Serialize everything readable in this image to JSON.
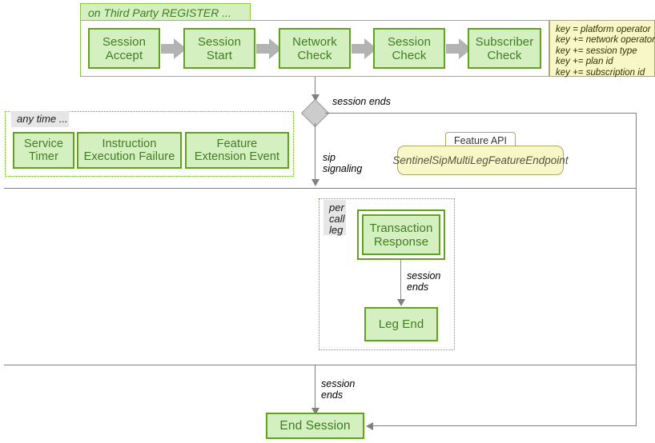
{
  "diagram": {
    "title_lane": "on Third Party REGISTER ...",
    "anytime_lane": "any time ...",
    "percallleg_lane": "per\ncall\nleg"
  },
  "top_flow": {
    "lane_label": "on Third Party REGISTER ...",
    "steps": [
      {
        "label": "Session\nAccept",
        "line1": "Session",
        "line2": "Accept"
      },
      {
        "label": "Session\nStart",
        "line1": "Session",
        "line2": "Start"
      },
      {
        "label": "Network\nCheck",
        "line1": "Network",
        "line2": "Check"
      },
      {
        "label": "Session\nCheck",
        "line1": "Session",
        "line2": "Check"
      },
      {
        "label": "Subscriber\nCheck",
        "line1": "Subscriber",
        "line2": "Check"
      }
    ],
    "arrow_icon": "block-arrow-right"
  },
  "key_note": {
    "lines": [
      "key = platform operator",
      "key += network operator",
      "key += session type",
      "key += plan id",
      "key += subscription id"
    ]
  },
  "anytime": {
    "lane_label": "any time ...",
    "items": [
      {
        "line1": "Service",
        "line2": "Timer"
      },
      {
        "line1": "Instruction",
        "line2": "Execution Failure"
      },
      {
        "line1": "Feature",
        "line2": "Extension Event"
      }
    ]
  },
  "feature_api": {
    "tab_label": "Feature API",
    "endpoint": "SentinelSipMultiLegFeatureEndpoint"
  },
  "per_call_leg": {
    "lane_label_lines": [
      "per",
      "call",
      "leg"
    ],
    "transaction_response": {
      "line1": "Transaction",
      "line2": "Response"
    },
    "leg_end": {
      "line1": "Leg End"
    },
    "edge_label_lines": [
      "session",
      "ends"
    ]
  },
  "edges": {
    "session_ends": "session ends",
    "sip_signaling_lines": [
      "sip",
      "signaling"
    ],
    "bottom_session_ends_lines": [
      "session",
      "ends"
    ]
  },
  "end_session": {
    "label": "End Session"
  },
  "colors": {
    "box_fill": "#d5f0c0",
    "box_border": "#5ea617",
    "box_text": "#3f7d20",
    "note_fill": "#f7f7c8",
    "note_border": "#aaaa63",
    "line": "#808080",
    "lane_dotted": "#6ab023",
    "lane_solid": "#8cc63e",
    "diamond_fill": "#cccccc",
    "block_arrow": "#b3b3b3",
    "tab_grey": "#e6e6e6"
  }
}
